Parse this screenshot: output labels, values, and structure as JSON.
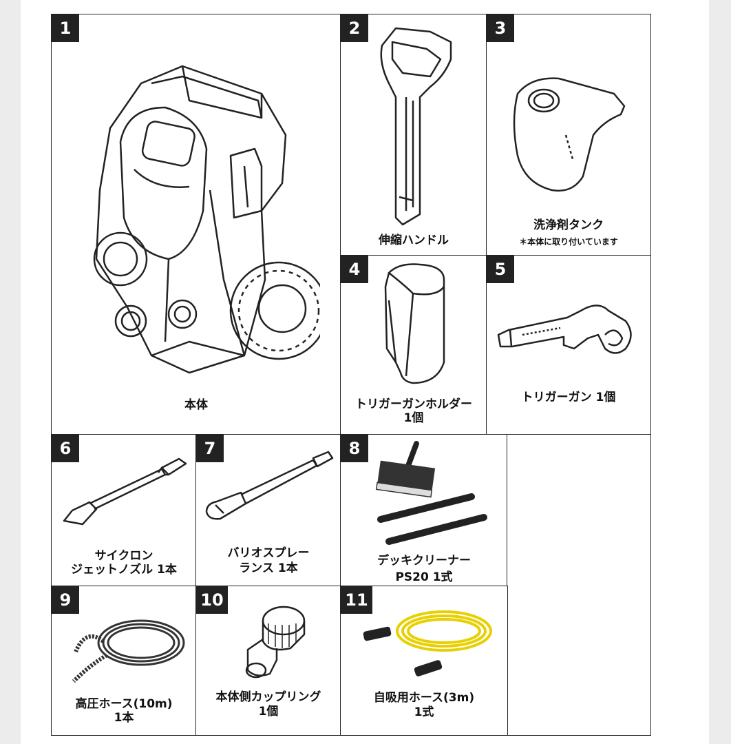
{
  "items": [
    {
      "number": "1",
      "lines": [
        "本体"
      ]
    },
    {
      "number": "2",
      "lines": [
        "伸縮ハンドル"
      ]
    },
    {
      "number": "3",
      "lines": [
        "洗浄剤タンク"
      ],
      "note": "＊本体に取り付いています"
    },
    {
      "number": "4",
      "lines": [
        "トリガーガンホルダー",
        "1個"
      ]
    },
    {
      "number": "5",
      "lines": [
        "トリガーガン 1個"
      ]
    },
    {
      "number": "6",
      "lines": [
        "サイクロン",
        "ジェットノズル 1本"
      ]
    },
    {
      "number": "7",
      "lines": [
        "バリオスプレー",
        "ランス 1本"
      ]
    },
    {
      "number": "8",
      "lines": [
        "デッキクリーナー",
        "PS20 1式"
      ]
    },
    {
      "number": "9",
      "lines": [
        "高圧ホース(10m)",
        "1本"
      ]
    },
    {
      "number": "10",
      "lines": [
        "本体側カップリング",
        "1個"
      ]
    },
    {
      "number": "11",
      "lines": [
        "自吸用ホース(3m)",
        "1式"
      ]
    }
  ]
}
